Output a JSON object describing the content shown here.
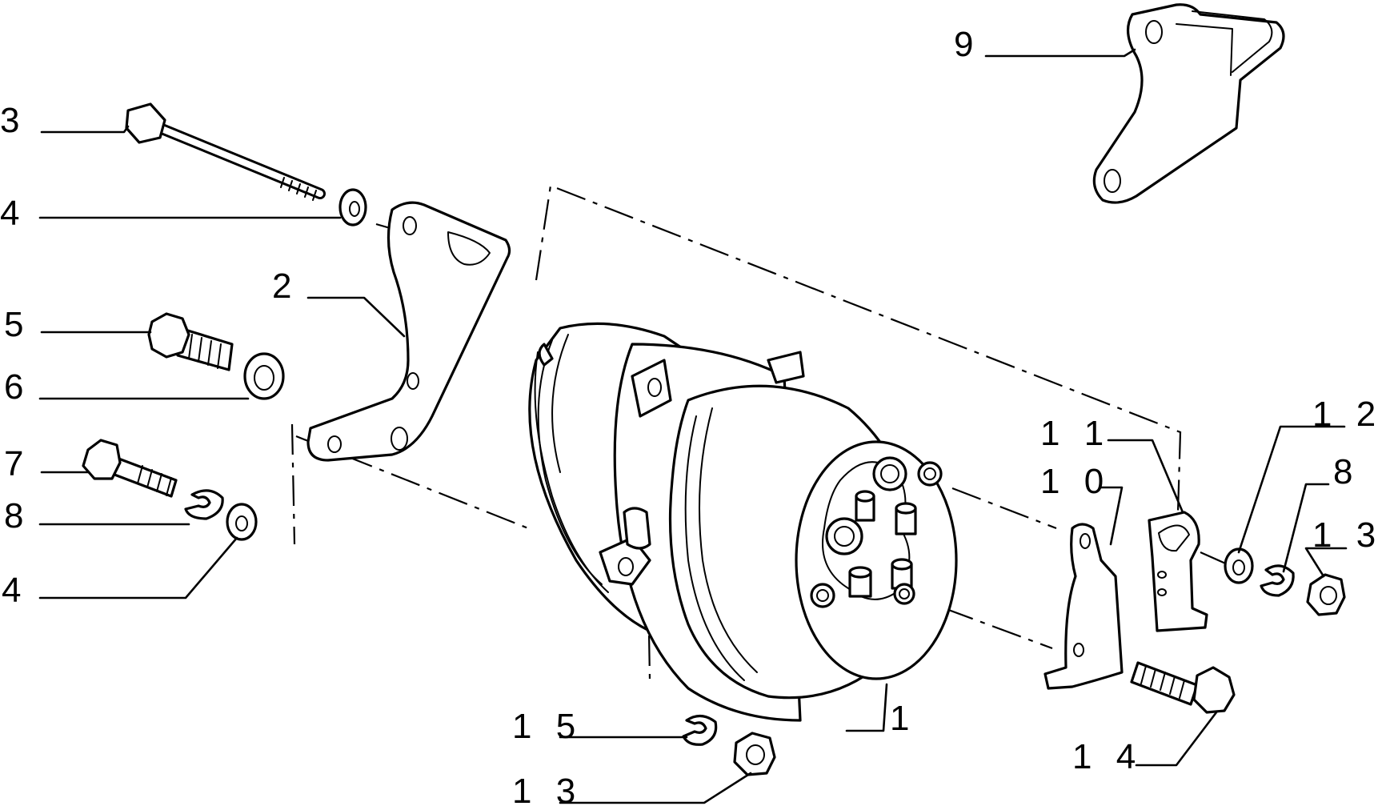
{
  "diagram": {
    "callouts": [
      {
        "id": "c3",
        "text": "3"
      },
      {
        "id": "c4a",
        "text": "4"
      },
      {
        "id": "c2",
        "text": "2"
      },
      {
        "id": "c5",
        "text": "5"
      },
      {
        "id": "c6",
        "text": "6"
      },
      {
        "id": "c7",
        "text": "7"
      },
      {
        "id": "c8a",
        "text": "8"
      },
      {
        "id": "c4b",
        "text": "4"
      },
      {
        "id": "c9",
        "text": "9"
      },
      {
        "id": "c11",
        "text": "1 1"
      },
      {
        "id": "c10",
        "text": "1 0"
      },
      {
        "id": "c12",
        "text": "1 2"
      },
      {
        "id": "c8b",
        "text": "8"
      },
      {
        "id": "c13a",
        "text": "1 3"
      },
      {
        "id": "c1",
        "text": "1"
      },
      {
        "id": "c14",
        "text": "1 4"
      },
      {
        "id": "c15",
        "text": "1 5"
      },
      {
        "id": "c13b",
        "text": "1 3"
      }
    ]
  }
}
